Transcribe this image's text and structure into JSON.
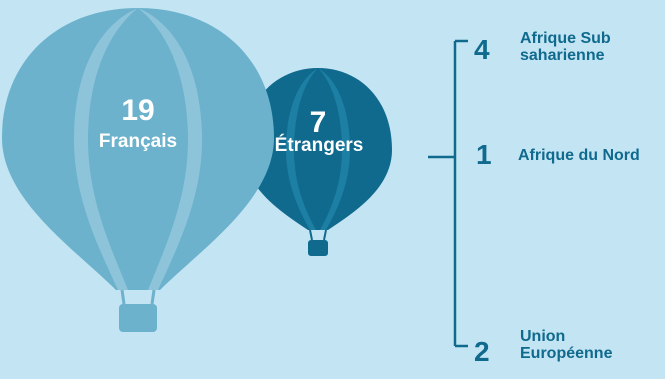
{
  "balloons": {
    "francais": {
      "count": "19",
      "label": "Français",
      "color": "#6cb2cd",
      "stripe": "#8ec4da"
    },
    "etrangers": {
      "count": "7",
      "label": "Étrangers",
      "color": "#0f6a8e",
      "stripe": "#1d7fa3"
    }
  },
  "breakdown": [
    {
      "count": "4",
      "label_line1": "Afrique Sub",
      "label_line2": "saharienne"
    },
    {
      "count": "1",
      "label_line1": "Afrique du Nord",
      "label_line2": ""
    },
    {
      "count": "2",
      "label_line1": "Union",
      "label_line2": "Européenne"
    }
  ],
  "colors": {
    "background": "#c3e4f2",
    "text_dark": "#0f6a8e",
    "bracket": "#0f6a8e"
  }
}
